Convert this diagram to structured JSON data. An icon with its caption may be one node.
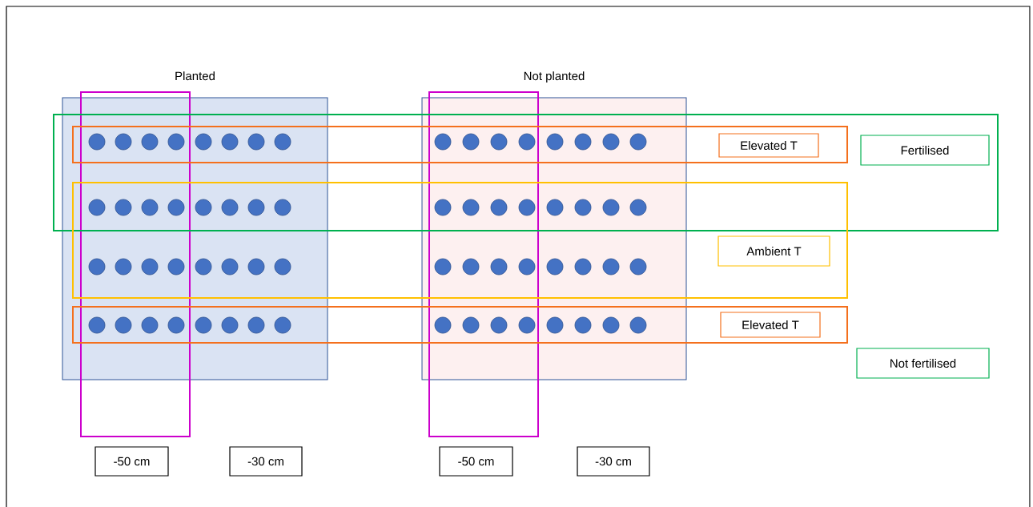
{
  "diagram": {
    "nodes": [
      {
        "text": [
          "Planted"
        ]
      },
      {
        "text": [
          "Not planted"
        ]
      },
      {
        "text": [
          "Elevated T"
        ]
      },
      {
        "text": [
          "Fertilised"
        ]
      },
      {
        "text": [
          "Ambient T"
        ]
      },
      {
        "text": [
          "Elevated T"
        ]
      },
      {
        "text": [
          "Not fertilised"
        ]
      },
      {
        "text": [
          "-50 cm"
        ]
      },
      {
        "text": [
          "-30 cm"
        ]
      },
      {
        "text": [
          "-50 cm"
        ]
      },
      {
        "text": [
          "-30 cm"
        ]
      }
    ]
  }
}
